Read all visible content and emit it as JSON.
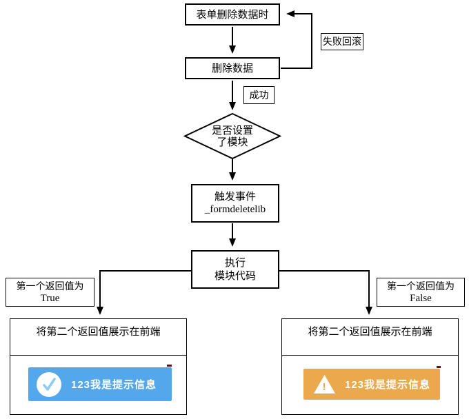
{
  "flowchart": {
    "node_form_delete": "表单删除数据时",
    "node_delete_data": "删除数据",
    "label_fail_rollback": "失败回滚",
    "label_success": "成功",
    "decision": {
      "line1": "是否设置",
      "line2": "了模块"
    },
    "node_trigger": {
      "line1": "触发事件",
      "line2": "_formdeletelib"
    },
    "node_exec": {
      "line1": "执行",
      "line2": "模块代码"
    },
    "label_true": {
      "line1": "第一个返回值为",
      "line2": "True"
    },
    "label_false": {
      "line1": "第一个返回值为",
      "line2": "False"
    },
    "node_result_true": "将第二个返回值展示在前端",
    "node_result_false": "将第二个返回值展示在前端"
  },
  "toasts": {
    "success": {
      "icon": "check-circle-icon",
      "message": "123我是提示信息",
      "background": "#54a7ea",
      "icon_color": "#8ecbf1"
    },
    "warning": {
      "icon": "warning-triangle-icon",
      "message": "123我是提示信息",
      "background": "#eba94d",
      "icon_color": "#eba94d"
    }
  },
  "colors": {
    "line": "#000000",
    "box_background": "#ffffff",
    "toast_text": "#ffffff",
    "corner_mark": "#6b0f12"
  }
}
